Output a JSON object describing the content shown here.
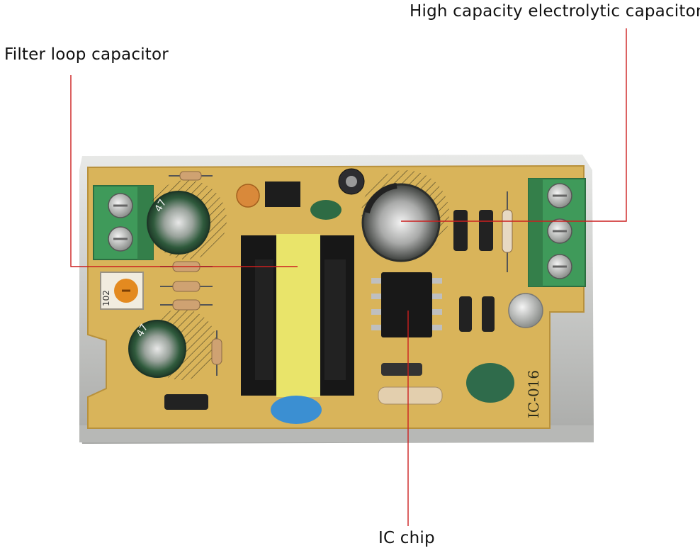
{
  "labels": {
    "filter_loop_capacitor": "Filter loop capacitor",
    "high_capacity_electrolytic_capacitor": "High capacity electrolytic capacitor",
    "ic_chip": "IC chip"
  },
  "board": {
    "model_marking": "IC-016",
    "trimmer_marking": "102",
    "cap_marking_left_top": "47",
    "cap_marking_left_bottom": "47"
  },
  "colors": {
    "pcb": "#d9b45a",
    "terminal_block": "#3f9a5a",
    "leader_line": "#cc1f1f",
    "heatsink": "#c8c9c7"
  }
}
